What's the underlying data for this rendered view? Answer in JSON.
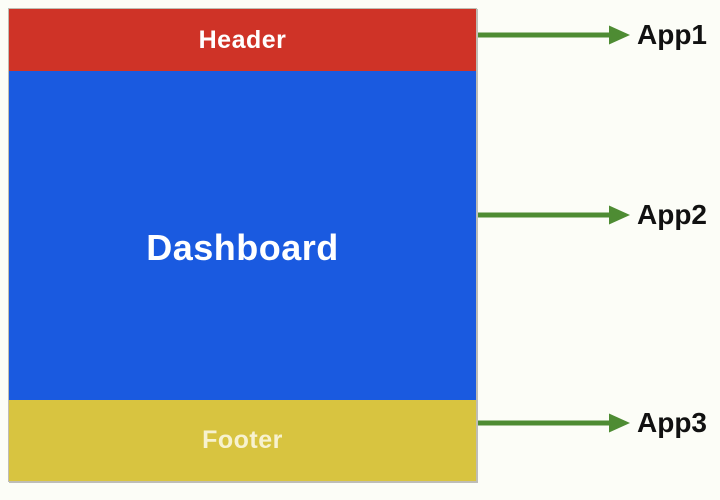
{
  "diagram": {
    "sections": [
      {
        "name": "header",
        "label": "Header",
        "color": "#CF3327",
        "text_color": "#FFFFFF"
      },
      {
        "name": "dashboard",
        "label": "Dashboard",
        "color": "#1A5AE0",
        "text_color": "#FFFFFF"
      },
      {
        "name": "footer",
        "label": "Footer",
        "color": "#D8C440",
        "text_color": "#F7F2CF"
      }
    ],
    "apps": [
      {
        "label": "App1"
      },
      {
        "label": "App2"
      },
      {
        "label": "App3"
      }
    ],
    "arrow_color": "#4E8C33",
    "app_label_color": "#111111"
  }
}
